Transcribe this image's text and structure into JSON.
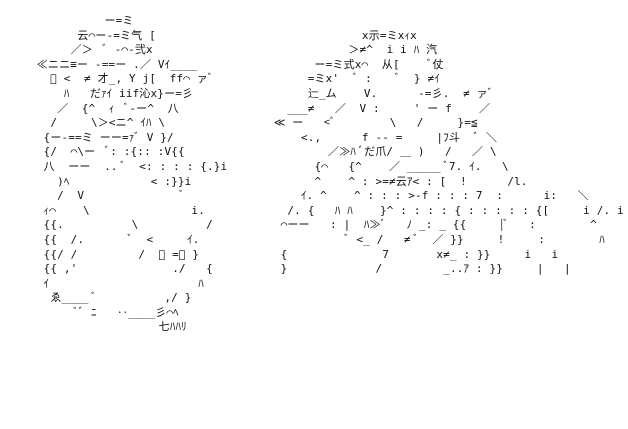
{
  "artwork": {
    "left_figure": [
      "           ー=ミ",
      "       云⌒ー-=ミ气 [",
      "      ／＞  ﾞ -⌒-弐x",
      " ≪ニニ≡ー -==ー .／ Vｲ____",
      "   ﾞ <  ≠ 才_, Y j[  ff⌒ ァﾞ",
      "     ﾊ   だｧｲ iif沁x}ー=彡",
      "    ／  {^  ｨ  ﾞ-ー^  八",
      "   /     \\＞<ニ^ ｲﾊ \\",
      "  {ー-==ミ ーー=ｧﾞ V }/",
      "  {/  ⌒\\ー  ﾞ: :{:: :V{{",
      "  八  ーー  .. ﾞ  <: : : : {.}i",
      "    )ﾍ            < :}}i",
      "    /  V              ﾞ",
      "  ｨ⌒    \\               i.",
      "  {{.          \\          /",
      "  {{  /.       ﾞ  <     ｲ.",
      "  {{/ /         /  ﾞ =ﾞ }",
      "  {{ ,'              ./   {",
      "  ｲ                      ﾊ",
      "   ゑ____ ﾞ          ,/ }",
      "       ﾞﾞ ﾆ   ‥____彡⌒ﾍ",
      "                   七ﾊﾊﾘ"
    ],
    "right_figure": [
      "",
      "                  x示=ミxｨx",
      "                ＞≠^  i i ﾊ 汽",
      "           ー=ミ式x⌒  从[    ﾞ仗",
      "          =ミx'  ﾞ :    ﾞ  } ≠ｲ",
      "          辷_ム    V.      -=彡.  ≠ ァﾞ",
      "       ___≠   ／  V :     ' ー f    ／",
      "     ≪ ー   <ﾞ        \\   /     }=≦",
      "         <.,      f -- =     |ﾌ斗  ﾞ ＼",
      "             ／≫ﾊ ﾞだ爪/ ＿ )   /   ／ \\",
      "           {⌒   {^    ／ _____ ﾞ7. ｲ.   \\",
      "           ^    ^ : >=≠云ｱ< : [  !      /l.",
      "         ｲ. ^    ^ : : : >-f : : : 7  :      i:   ＼",
      "       /. {   ﾊ ﾊ    }^ : : : : { : : : : : {[     i /. i      ^",
      "      ⌒ーー   : |  ﾊ≫ﾞ   ﾉ _: _ {{     |ﾞ   :        ^",
      "                ﾞ <_ /   ≠ ﾞ  ／ }}     !     :        ﾊ",
      "      {              7       x≠_ : }}     i   i           i:",
      "      }             /         _..ｱ : }}     |   |            ||"
    ]
  }
}
